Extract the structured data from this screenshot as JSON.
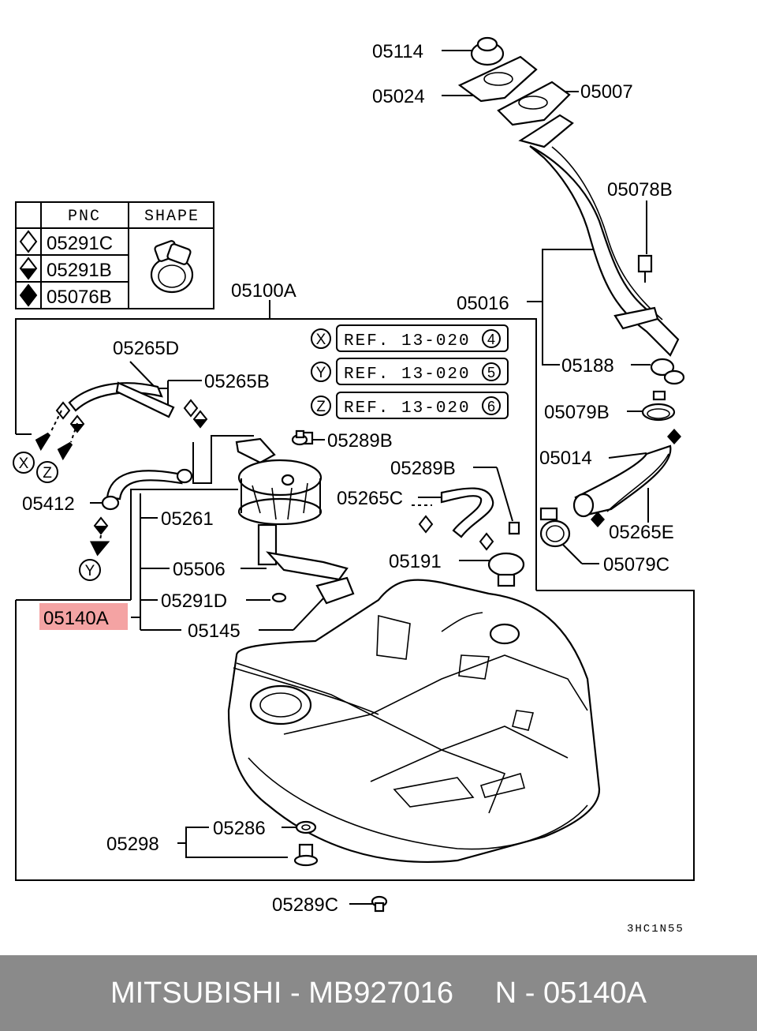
{
  "diagram": {
    "labels": {
      "p05114": "05114",
      "p05024": "05024",
      "p05007": "05007",
      "p05078B": "05078B",
      "p05016": "05016",
      "p05188": "05188",
      "p05079B": "05079B",
      "p05014": "05014",
      "p05265E": "05265E",
      "p05079C": "05079C",
      "p05100A": "05100A",
      "p05265D": "05265D",
      "p05265B": "05265B",
      "p05289B_top": "05289B",
      "p05289B_mid": "05289B",
      "p05265C": "05265C",
      "p05191": "05191",
      "p05412": "05412",
      "p05261": "05261",
      "p05506": "05506",
      "p05291D": "05291D",
      "p05140A": "05140A",
      "p05145": "05145",
      "p05286": "05286",
      "p05298": "05298",
      "p05289C": "05289C"
    },
    "refs": [
      {
        "letter": "X",
        "text": "REF. 13-020",
        "num": "4"
      },
      {
        "letter": "Y",
        "text": "REF. 13-020",
        "num": "5"
      },
      {
        "letter": "Z",
        "text": "REF. 13-020",
        "num": "6"
      }
    ],
    "legend": {
      "header_pnc": "PNC",
      "header_shape": "SHAPE",
      "rows": [
        "05291C",
        "05291B",
        "05076B"
      ]
    },
    "markers": {
      "x": "X",
      "y": "Y",
      "z": "Z"
    },
    "code": "3HC1N55",
    "highlight_color": "#f4a3a3"
  },
  "footer": {
    "text": "MITSUBISHI - MB927016     N - 05140A"
  }
}
